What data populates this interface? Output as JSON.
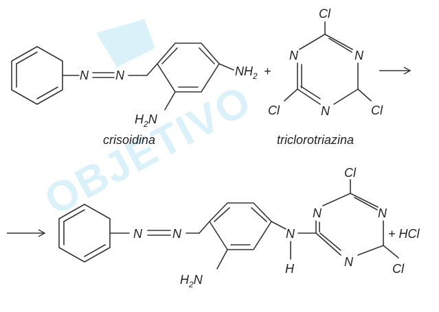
{
  "labels": {
    "N": "N",
    "H": "H",
    "Cl": "Cl",
    "NH": "NH",
    "sub2": "2",
    "plus": "+",
    "plus_hcl": "+ HCl"
  },
  "captions": {
    "crisoidina": "crisoidina",
    "triclorotriazina": "triclorotriazina"
  },
  "watermark": {
    "text": "OBJETIVO",
    "color": "#bfe6f7"
  }
}
